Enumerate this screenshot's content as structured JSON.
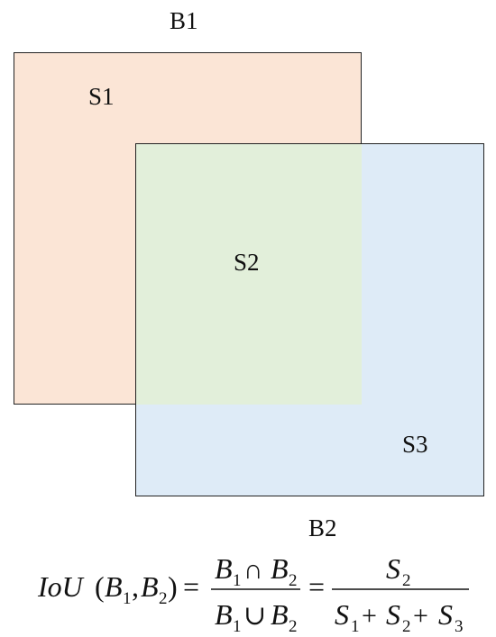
{
  "boxes": {
    "b1": {
      "label": "B1",
      "fill": "#fbe5d6"
    },
    "b2": {
      "label": "B2",
      "fill": "#deebf7"
    },
    "overlap": {
      "fill": "#e2efda"
    }
  },
  "regions": {
    "s1": "S1",
    "s2": "S2",
    "s3": "S3"
  },
  "formula": {
    "lhs_func": "IoU",
    "lhs_open": "(",
    "lhs_arg1_base": "B",
    "lhs_arg1_sub": "1",
    "lhs_comma": ",",
    "lhs_arg2_base": "B",
    "lhs_arg2_sub": "2",
    "lhs_close": ")",
    "equals": "=",
    "num1_a_base": "B",
    "num1_a_sub": "1",
    "num1_op": "∩",
    "num1_b_base": "B",
    "num1_b_sub": "2",
    "den1_a_base": "B",
    "den1_a_sub": "1",
    "den1_op": "∪",
    "den1_b_base": "B",
    "den1_b_sub": "2",
    "num2_base": "S",
    "num2_sub": "2",
    "den2_a_base": "S",
    "den2_a_sub": "1",
    "den2_plus": "+",
    "den2_b_base": "S",
    "den2_b_sub": "2",
    "den2_c_base": "S",
    "den2_c_sub": "3"
  }
}
